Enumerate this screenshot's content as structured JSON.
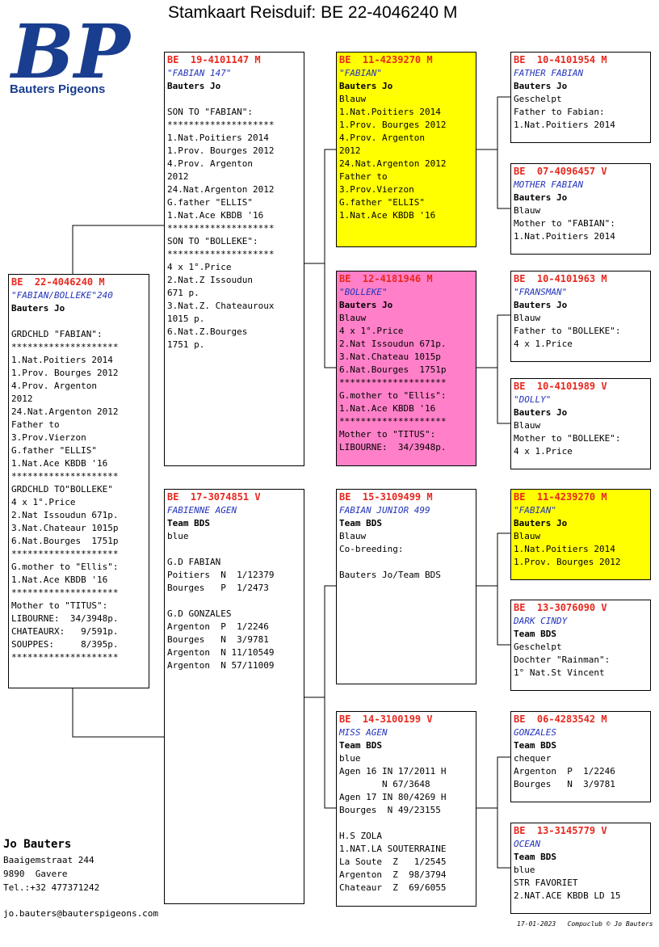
{
  "title": "Stamkaart Reisduif: BE  22-4046240 M",
  "logo": {
    "letters": "BP",
    "text": "Bauters Pigeons",
    "color": "#1a3e8f"
  },
  "colors": {
    "ring": "#e8281e",
    "name": "#2233bb",
    "yellow": "#ffff00",
    "pink": "#ff80c8"
  },
  "pigeons": {
    "main": {
      "ring": "BE  22-4046240 M",
      "name": "\"FABIAN/BOLLEKE\"240",
      "owner": "Bauters Jo",
      "lines": [
        "",
        "GRDCHLD \"FABIAN\":",
        "********************",
        "1.Nat.Poitiers 2014",
        "1.Prov. Bourges 2012",
        "4.Prov. Argenton",
        "2012",
        "24.Nat.Argenton 2012",
        "Father to",
        "3.Prov.Vierzon",
        "G.father \"ELLIS\"",
        "1.Nat.Ace KBDB '16",
        "********************",
        "GRDCHLD TO\"BOLLEKE\"",
        "4 x 1°.Price",
        "2.Nat Issoudun 671p.",
        "3.Nat.Chateaur 1015p",
        "6.Nat.Bourges  1751p",
        "********************",
        "G.mother to \"Ellis\":",
        "1.Nat.Ace KBDB '16",
        "********************",
        "Mother to \"TITUS\":",
        "LIBOURNE:  34/3948p.",
        "CHATEAURX:   9/591p.",
        "SOUPPES:     8/395p.",
        "********************"
      ]
    },
    "father": {
      "ring": "BE  19-4101147 M",
      "name": "\"FABIAN 147\"",
      "owner": "Bauters Jo",
      "lines": [
        "",
        "SON TO \"FABIAN\":",
        "********************",
        "1.Nat.Poitiers 2014",
        "1.Prov. Bourges 2012",
        "4.Prov. Argenton",
        "2012",
        "24.Nat.Argenton 2012",
        "G.father \"ELLIS\"",
        "1.Nat.Ace KBDB '16",
        "********************",
        "SON TO \"BOLLEKE\":",
        "********************",
        "4 x 1°.Price",
        "2.Nat.Z Issoudun",
        "671 p.",
        "3.Nat.Z. Chateauroux",
        "1015 p.",
        "6.Nat.Z.Bourges",
        "1751 p."
      ]
    },
    "mother": {
      "ring": "BE  17-3074851 V",
      "name": "FABIENNE AGEN",
      "owner": "Team BDS",
      "lines": [
        "blue",
        "",
        "G.D FABIAN",
        "Poitiers  N  1/12379",
        "Bourges   P  1/2473",
        "",
        "G.D GONZALES",
        "Argenton  P  1/2246",
        "Bourges   N  3/9781",
        "Argenton  N 11/10549",
        "Argenton  N 57/11009"
      ]
    },
    "ff": {
      "ring": "BE  11-4239270 M",
      "name": "\"FABIAN\"",
      "owner": "Bauters Jo",
      "lines": [
        "Blauw",
        "1.Nat.Poitiers 2014",
        "1.Prov. Bourges 2012",
        "4.Prov. Argenton",
        "2012",
        "24.Nat.Argenton 2012",
        "Father to",
        "3.Prov.Vierzon",
        "G.father \"ELLIS\"",
        "1.Nat.Ace KBDB '16"
      ]
    },
    "fm": {
      "ring": "BE  12-4181946 M",
      "name": "\"BOLLEKE\"",
      "owner": "Bauters Jo",
      "lines": [
        "Blauw",
        "4 x 1°.Price",
        "2.Nat Issoudun 671p.",
        "3.Nat.Chateau 1015p",
        "6.Nat.Bourges  1751p",
        "********************",
        "G.mother to \"Ellis\":",
        "1.Nat.Ace KBDB '16",
        "********************",
        "Mother to \"TITUS\":",
        "LIBOURNE:  34/3948p."
      ]
    },
    "mf": {
      "ring": "BE  15-3109499 M",
      "name": "FABIAN JUNIOR 499",
      "owner": "Team BDS",
      "lines": [
        "Blauw",
        "Co-breeding:",
        "",
        "Bauters Jo/Team BDS"
      ]
    },
    "mm": {
      "ring": "BE  14-3100199 V",
      "name": "MISS AGEN",
      "owner": "Team BDS",
      "lines": [
        "blue",
        "Agen 16 IN 17/2011 H",
        "        N 67/3648",
        "Agen 17 IN 80/4269 H",
        "Bourges  N 49/23155",
        "",
        "H.S ZOLA",
        "1.NAT.LA SOUTERRAINE",
        "La Soute  Z   1/2545",
        "Argenton  Z  98/3794",
        "Chateaur  Z  69/6055"
      ]
    },
    "fff": {
      "ring": "BE  10-4101954 M",
      "name": "FATHER FABIAN",
      "owner": "Bauters Jo",
      "lines": [
        "Geschelpt",
        "Father to Fabian:",
        "1.Nat.Poitiers 2014"
      ]
    },
    "ffm": {
      "ring": "BE  07-4096457 V",
      "name": "MOTHER FABIAN",
      "owner": "Bauters Jo",
      "lines": [
        "Blauw",
        "Mother to \"FABIAN\":",
        "1.Nat.Poitiers 2014"
      ]
    },
    "fmf": {
      "ring": "BE  10-4101963 M",
      "name": "\"FRANSMAN\"",
      "owner": "Bauters Jo",
      "lines": [
        "Blauw",
        "Father to \"BOLLEKE\":",
        "4 x 1.Price"
      ]
    },
    "fmm": {
      "ring": "BE  10-4101989 V",
      "name": "\"DOLLY\"",
      "owner": "Bauters Jo",
      "lines": [
        "Blauw",
        "Mother to \"BOLLEKE\":",
        "4 x 1.Price"
      ]
    },
    "mff": {
      "ring": "BE  11-4239270 M",
      "name": "\"FABIAN\"",
      "owner": "Bauters Jo",
      "lines": [
        "Blauw",
        "1.Nat.Poitiers 2014",
        "1.Prov. Bourges 2012"
      ]
    },
    "mfm": {
      "ring": "BE  13-3076090 V",
      "name": "DARK CINDY",
      "owner": "Team BDS",
      "lines": [
        "Geschelpt",
        "Dochter \"Rainman\":",
        "1° Nat.St Vincent"
      ]
    },
    "mmf": {
      "ring": "BE  06-4283542 M",
      "name": "GONZALES",
      "owner": "Team BDS",
      "lines": [
        "chequer",
        "Argenton  P  1/2246",
        "Bourges   N  3/9781"
      ]
    },
    "mmm": {
      "ring": "BE  13-3145779 V",
      "name": "OCEAN",
      "owner": "Team BDS",
      "lines": [
        "blue",
        "STR FAVORIET",
        "2.NAT.ACE KBDB LD 15"
      ]
    }
  },
  "owner": {
    "name": "Jo Bauters",
    "street": "Baaigemstraat 244",
    "city": "9890  Gavere",
    "phone": "Tel.:+32 477371242",
    "email": "jo.bauters@bauterspigeons.com"
  },
  "footer": "17-01-2023   Compuclub © Jo Bauters"
}
